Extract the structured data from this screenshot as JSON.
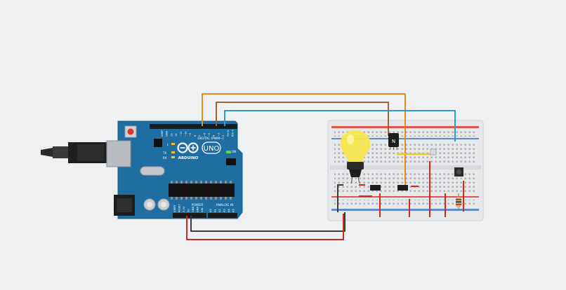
{
  "arduino": {
    "brand": "ARDUINO",
    "model": "UNO",
    "digital_header": "DIGITAL (PWM~)",
    "power_header": "POWER",
    "analog_header": "ANALOG IN",
    "digital_pins": [
      "AREF",
      "GND",
      "13",
      "12",
      "~11",
      "~10",
      "~9",
      "8",
      "7",
      "~6",
      "~5",
      "4",
      "~3",
      "2",
      "TX→1",
      "RX←0"
    ],
    "power_pins": [
      "IOREF",
      "RESET",
      "3.3V",
      "5V",
      "GND",
      "GND",
      "VIN"
    ],
    "analog_pins": [
      "A0",
      "A1",
      "A2",
      "A3",
      "A4",
      "A5"
    ],
    "led_labels": [
      "L",
      "TX",
      "RX"
    ],
    "on_label": "ON"
  },
  "transistor": {
    "label": "N"
  },
  "colors": {
    "board": "#1f6ea1",
    "breadboard": "#e9eaec",
    "wire_orange": "#e88a1a",
    "wire_brown": "#9a6433",
    "wire_blue": "#2b9ad6",
    "wire_red": "#d9261c",
    "wire_black": "#3b3b3b",
    "wire_yellow": "#f1c62e",
    "bulb": "#f7e64f"
  }
}
